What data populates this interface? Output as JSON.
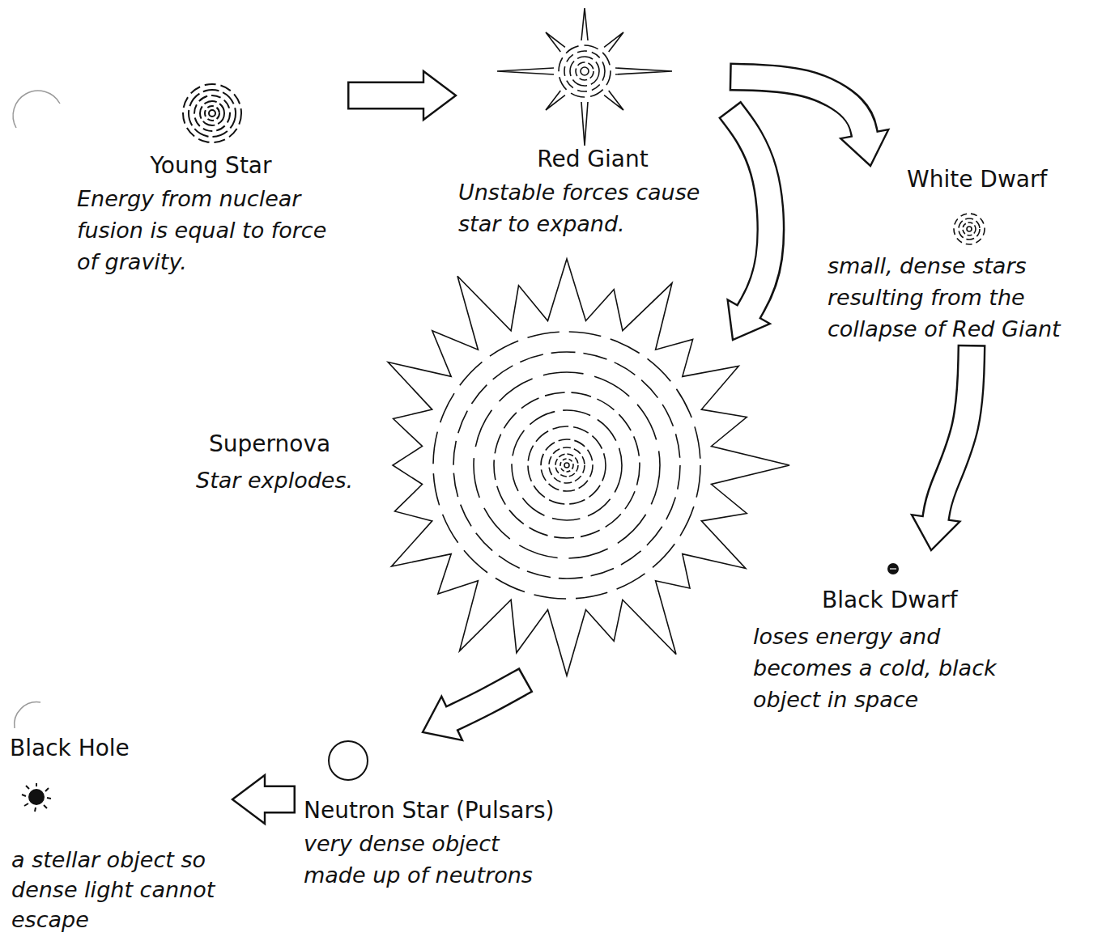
{
  "diagram": {
    "nodes": [
      {
        "text": [
          "Young Star",
          "Energy from nuclear fusion is equal to force of gravity."
        ]
      },
      {
        "text": [
          "Red Giant",
          "Unstable forces cause star to expand."
        ]
      },
      {
        "text": [
          "White Dwarf",
          "small, dense stars resulting from the collapse of Red Giant"
        ]
      },
      {
        "text": [
          "Supernova",
          "Star explodes."
        ]
      },
      {
        "text": [
          "Black Dwarf",
          "loses energy and becomes a cold, black object in space"
        ]
      },
      {
        "text": [
          "Neutron Star (Pulsars)",
          "very dense object made up of neutrons"
        ]
      },
      {
        "text": [
          "Black Hole",
          "a stellar object so dense light cannot escape"
        ]
      }
    ],
    "edges": [
      {
        "from": 0,
        "to": 1,
        "arrow": "to"
      },
      {
        "from": 1,
        "to": 2,
        "arrow": "to"
      },
      {
        "from": 1,
        "to": 3,
        "arrow": "to"
      },
      {
        "from": 2,
        "to": 4,
        "arrow": "to"
      },
      {
        "from": 3,
        "to": 5,
        "arrow": "to"
      },
      {
        "from": 5,
        "to": 6,
        "arrow": "to"
      }
    ]
  }
}
